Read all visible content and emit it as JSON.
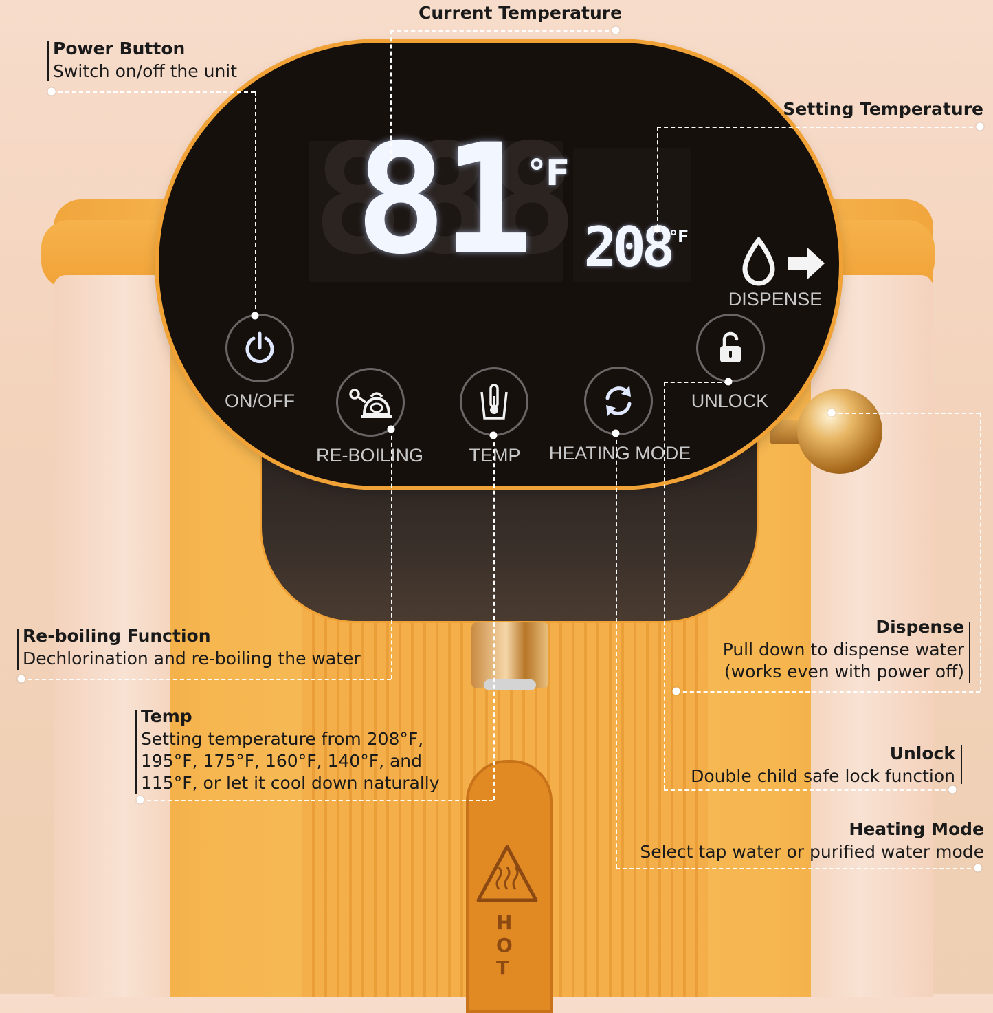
{
  "display": {
    "current_temp": "81",
    "current_unit": "°F",
    "setting_temp": "208",
    "setting_unit": "°F",
    "dispense_label": "DISPENSE"
  },
  "buttons": {
    "power": "ON/OFF",
    "reboil": "RE-BOILING",
    "temp": "TEMP",
    "heating_mode": "HEATING MODE",
    "unlock": "UNLOCK"
  },
  "body": {
    "hot_letters": [
      "H",
      "O",
      "T"
    ]
  },
  "annotations": {
    "current_temperature": {
      "title": "Current Temperature"
    },
    "setting_temperature": {
      "title": "Setting Temperature"
    },
    "power": {
      "title": "Power Button",
      "desc": "Switch on/off the unit"
    },
    "reboil": {
      "title": "Re-boiling Function",
      "desc": "Dechlorination and re-boiling the water"
    },
    "temp": {
      "title": "Temp",
      "desc": "Setting temperature from 208°F,\n195°F, 175°F, 160°F, 140°F, and\n115°F, or let it cool down naturally"
    },
    "dispense": {
      "title": "Dispense",
      "desc": "Pull down to dispense water\n(works even with power off)"
    },
    "unlock": {
      "title": "Unlock",
      "desc": "Double child safe lock function"
    },
    "heating_mode": {
      "title": "Heating Mode",
      "desc": "Select tap water or purified water mode"
    }
  },
  "colors": {
    "body_orange": "#f6b650",
    "panel_black": "#16100d",
    "lcd_white": "#f2f6ff",
    "annotation_line": "#ffffff",
    "knob_gold": "#e8b765"
  },
  "icons": [
    "power-icon",
    "kettle-icon",
    "thermometer-icon",
    "refresh-icon",
    "unlock-icon",
    "water-drop-icon",
    "arrow-right-icon",
    "hot-warning-icon"
  ]
}
